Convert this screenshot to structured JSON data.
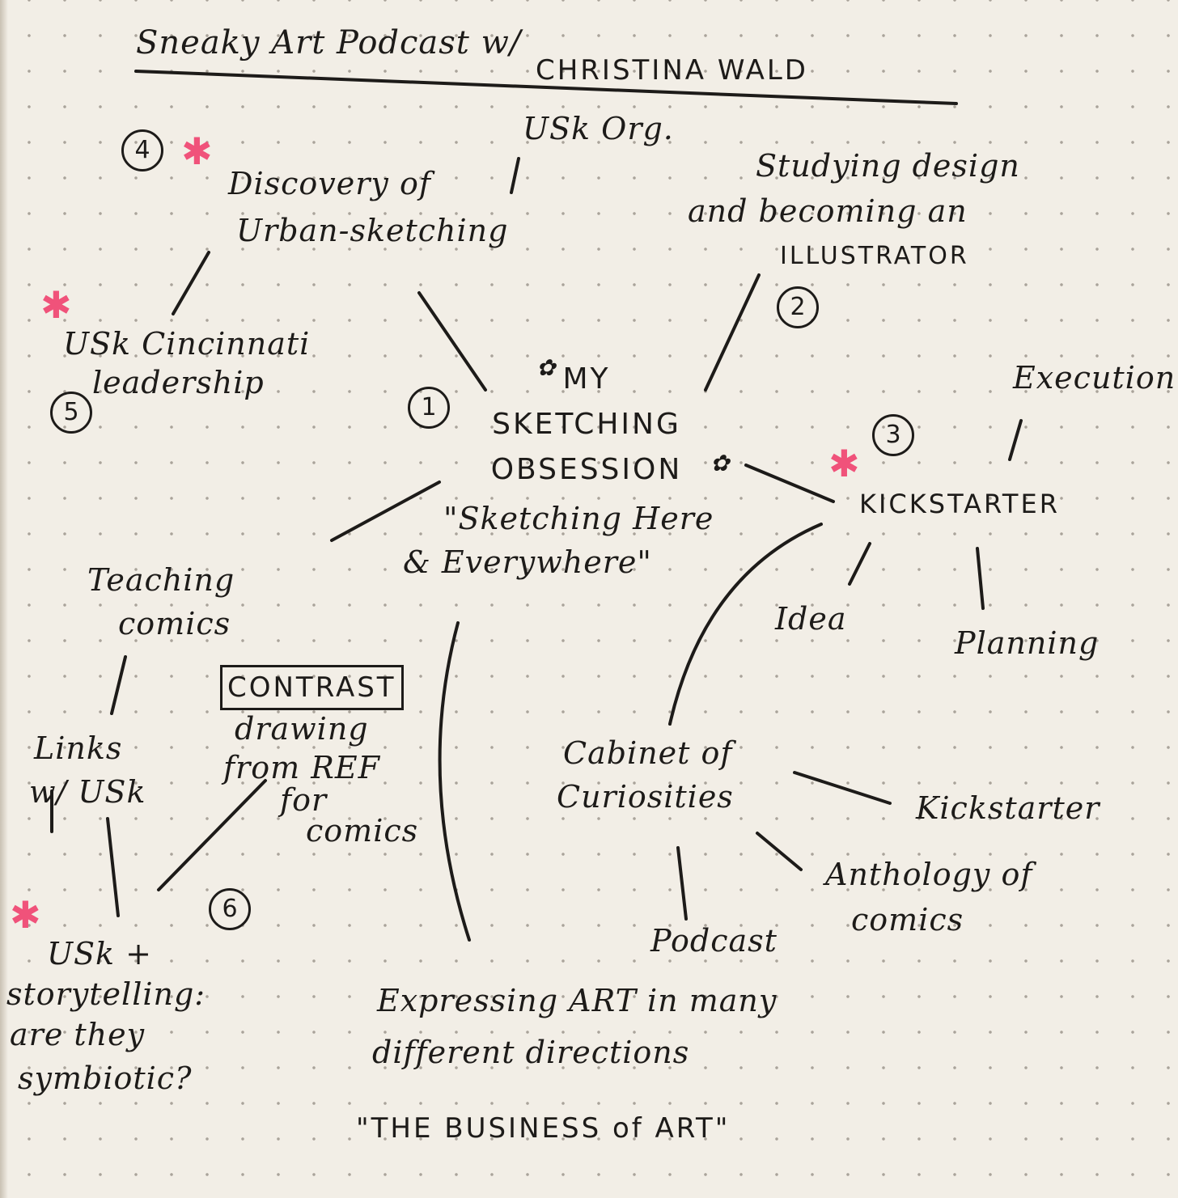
{
  "header": {
    "title_left": "Sneaky Art Podcast w/",
    "title_right": "CHRISTINA WALD"
  },
  "center": {
    "line1": "MY",
    "line2": "SKETCHING",
    "line3": "OBSESSION",
    "quote1": "\"Sketching Here",
    "quote2": "& Everywhere\""
  },
  "nodes": {
    "usk_org": "USk Org.",
    "discovery_1": "Discovery of",
    "discovery_2": "Urban-sketching",
    "studying_1": "Studying design",
    "studying_2": "and becoming an",
    "studying_3": "ILLUSTRATOR",
    "usk_cinci_1": "USk Cincinnati",
    "usk_cinci_2": "leadership",
    "execution": "Execution",
    "kickstarter_main": "KICKSTARTER",
    "idea": "Idea",
    "planning": "Planning",
    "teaching_1": "Teaching",
    "teaching_2": "comics",
    "links_1": "Links",
    "links_2": "w/ USk",
    "contrast": "CONTRAST",
    "drawing_1": "drawing",
    "drawing_2": "from REF",
    "drawing_3": "for",
    "drawing_4": "comics",
    "cabinet_1": "Cabinet of",
    "cabinet_2": "Curiosities",
    "kickstarter_small": "Kickstarter",
    "anthology_1": "Anthology of",
    "anthology_2": "comics",
    "podcast": "Podcast",
    "usk_story_1": "USk +",
    "usk_story_2": "storytelling:",
    "usk_story_3": "are they",
    "usk_story_4": "symbiotic?",
    "expressing_1": "Expressing ART in many",
    "expressing_2": "different directions",
    "business": "\"THE BUSINESS of ART\""
  },
  "numbers": [
    "1",
    "2",
    "3",
    "4",
    "5",
    "6"
  ],
  "stars": {
    "glyph": "✱",
    "color": "#f0527a"
  },
  "ink_color": "#1d1b19"
}
